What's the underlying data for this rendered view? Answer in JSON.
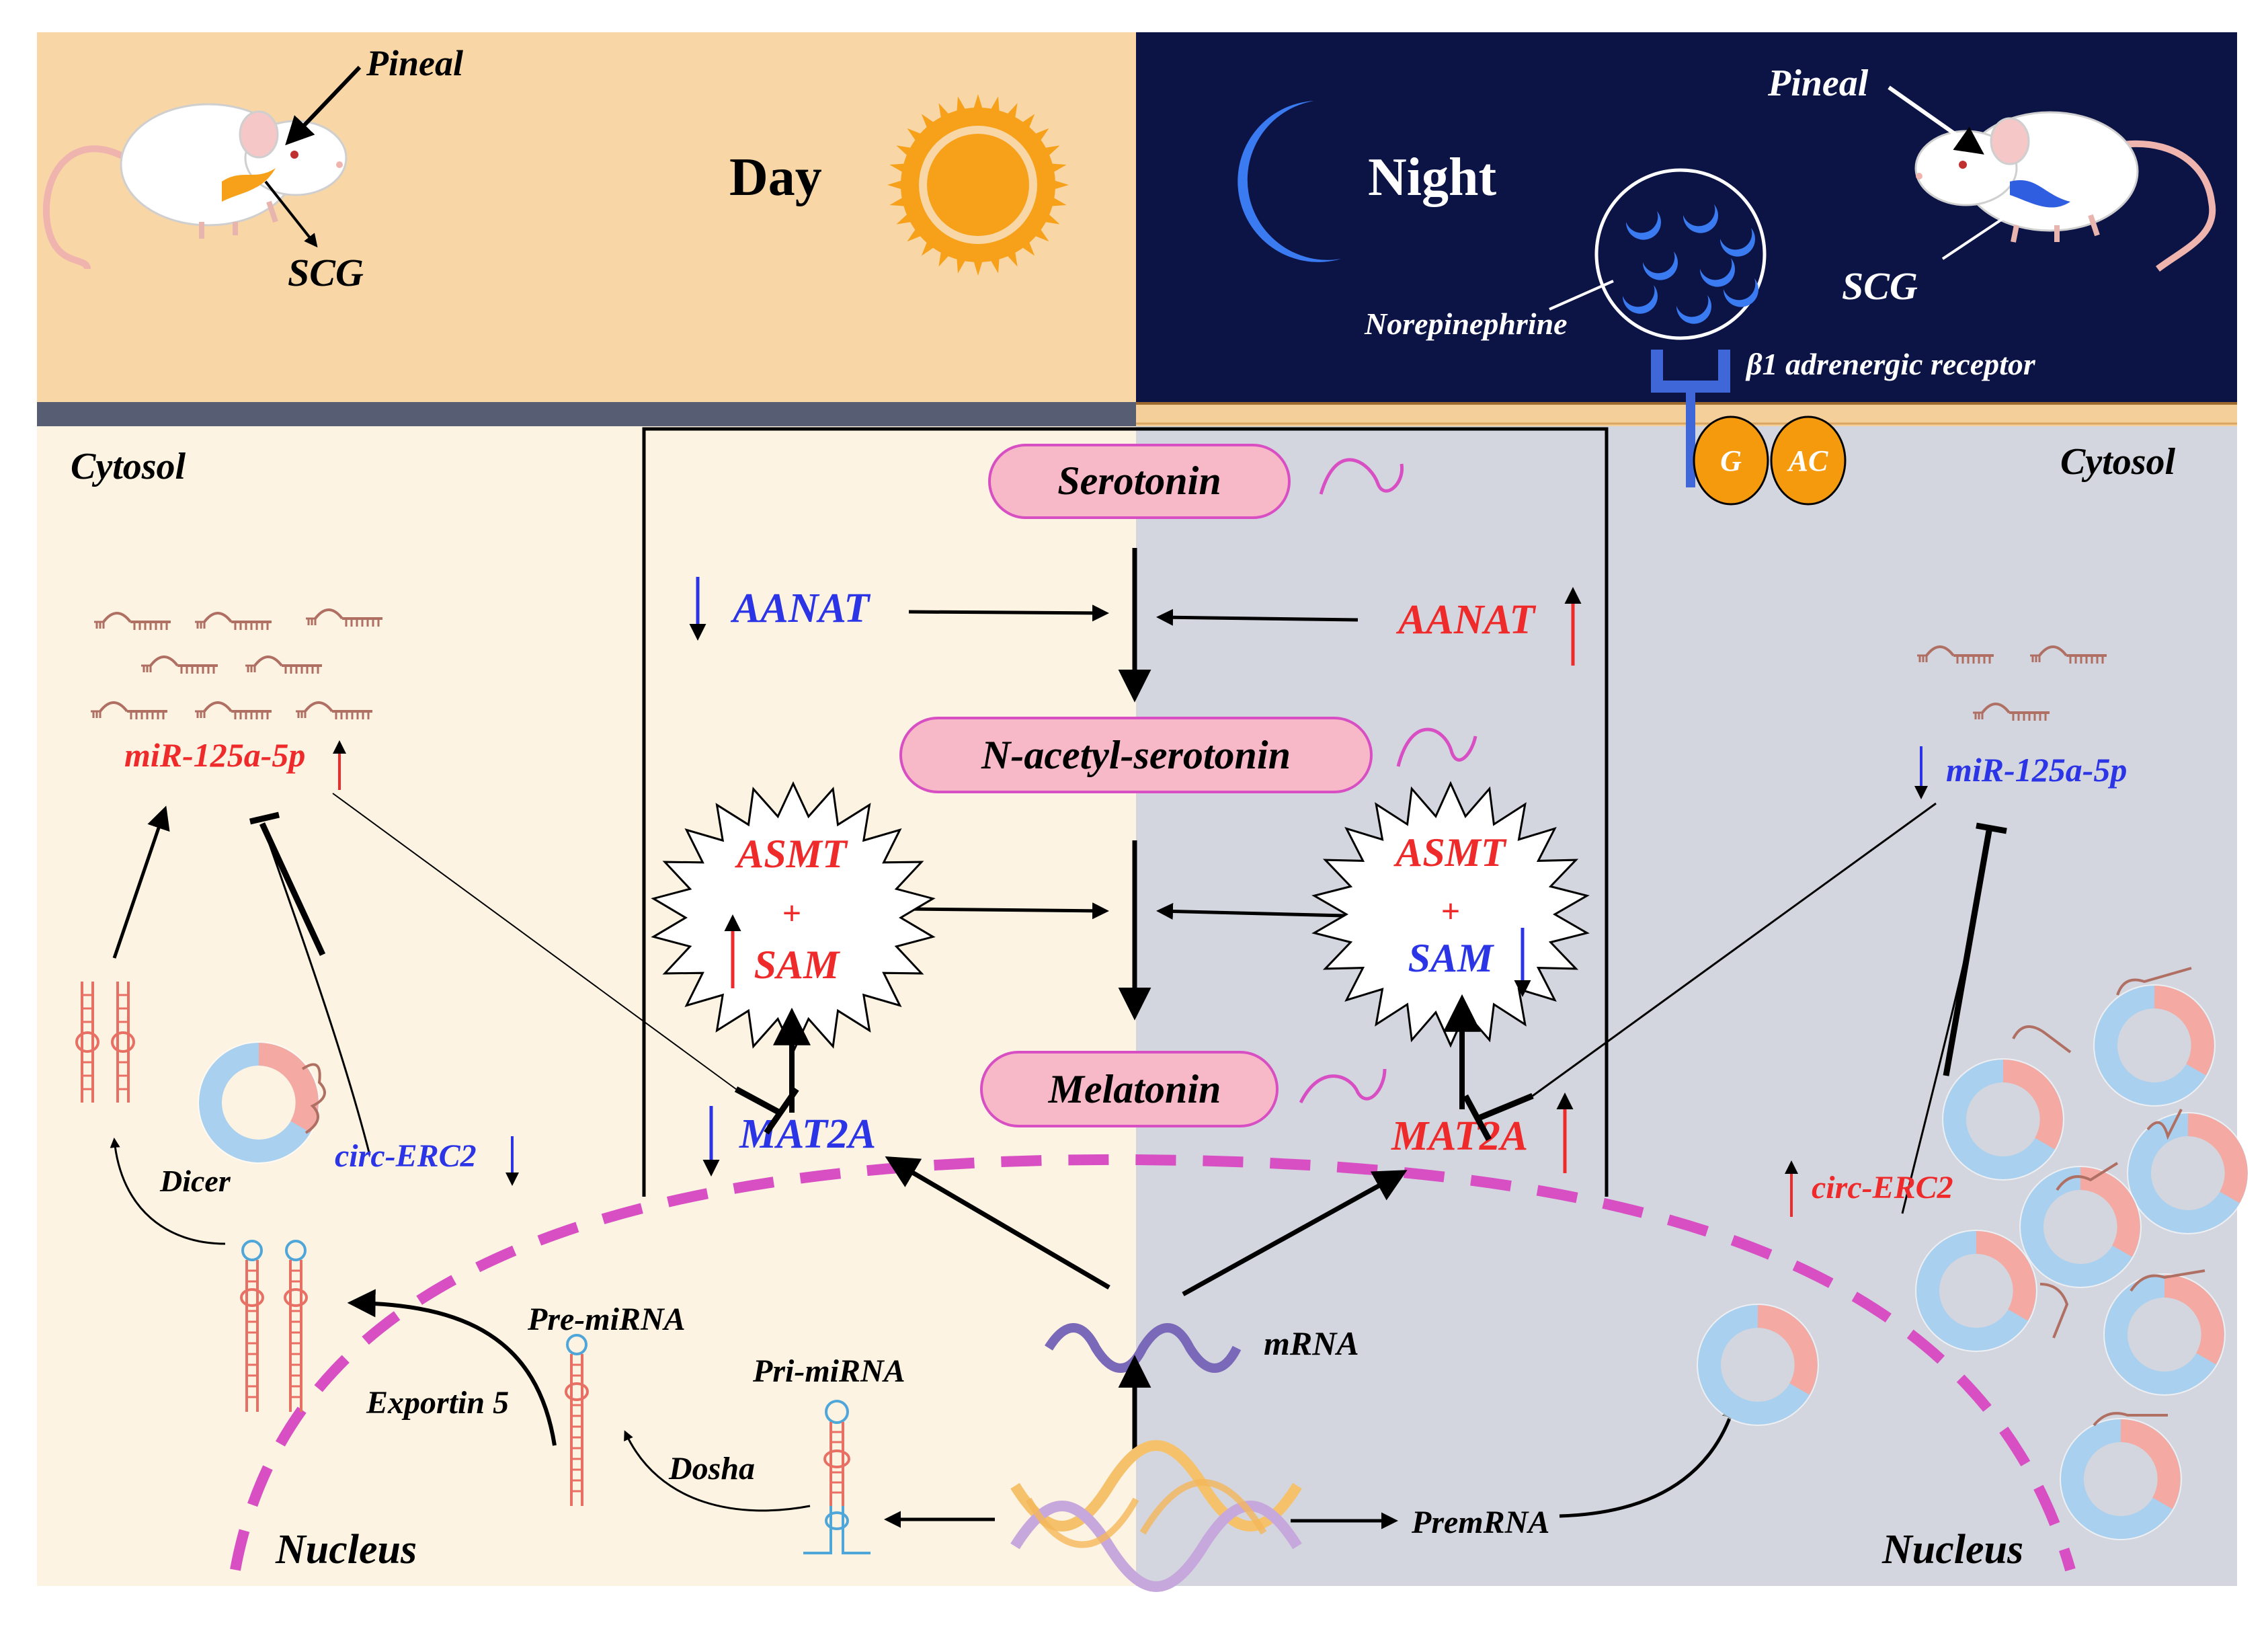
{
  "day_panel": {
    "pineal_label": "Pineal",
    "scg_label": "SCG",
    "title": "Day"
  },
  "night_panel": {
    "title": "Night",
    "pineal_label": "Pineal",
    "scg_label": "SCG",
    "norepinephrine_label": "Norepinephrine",
    "receptor_label": "β1 adrenergic receptor",
    "g_label": "G",
    "ac_label": "AC"
  },
  "cytosol_left": "Cytosol",
  "cytosol_right": "Cytosol",
  "pathway": {
    "serotonin": "Serotonin",
    "n_acetyl_serotonin": "N-acetyl-serotonin",
    "melatonin": "Melatonin",
    "aanat_left": "AANAT",
    "aanat_right": "AANAT",
    "asmt_left": "ASMT",
    "asmt_right": "ASMT",
    "plus": "+",
    "sam_left": "SAM",
    "sam_right": "SAM",
    "mat2a_left": "MAT2A",
    "mat2a_right": "MAT2A"
  },
  "left_side": {
    "mirna_label": "miR-125a-5p",
    "circ_label": "circ-ERC2",
    "dicer_label": "Dicer",
    "pre_mirna_label": "Pre-miRNA",
    "exportin_label": "Exportin 5",
    "dosha_label": "Dosha",
    "pri_mirna_label": "Pri-miRNA",
    "nucleus_label": "Nucleus"
  },
  "right_side": {
    "mirna_label": "miR-125a-5p",
    "circ_label": "circ-ERC2",
    "nucleus_label": "Nucleus"
  },
  "center": {
    "mrna_label": "mRNA",
    "premrna_label": "PremRNA"
  },
  "colors": {
    "day_bg": "#f8d6a6",
    "night_bg": "#0c1345",
    "cytosol_left_bg": "#fdf3e2",
    "cytosol_right_bg": "#d3d6df",
    "up_color": "#ee2a2a",
    "down_color": "#2b35e6",
    "pill_fill": "#f7b8c8",
    "nucleus_dash": "#d84fc3"
  }
}
